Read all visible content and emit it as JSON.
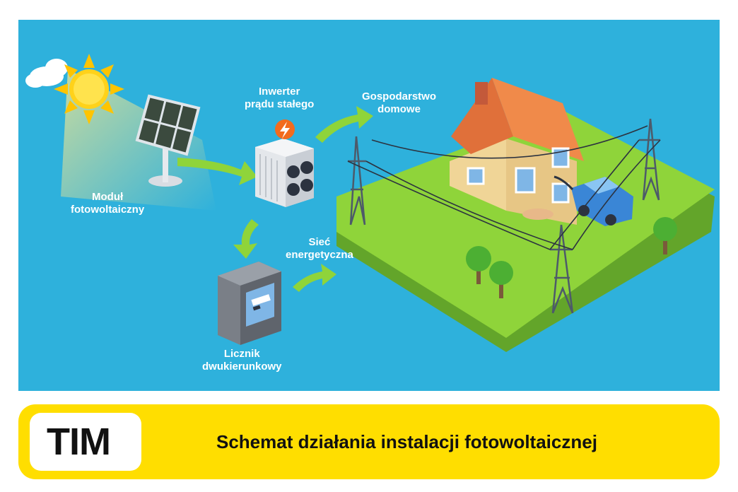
{
  "labels": {
    "module": [
      "Moduł",
      "fotowoltaiczny"
    ],
    "inverter": [
      "Inwerter",
      "prądu stałego"
    ],
    "household": [
      "Gospodarstwo",
      "domowe"
    ],
    "grid": [
      "Sieć",
      "energetyczna"
    ],
    "meter": [
      "Licznik",
      "dwukierunkowy"
    ]
  },
  "footer": {
    "logo": "TIM",
    "title": "Schemat działania instalacji fotowoltaicznej"
  },
  "colors": {
    "sky": "#2eb1dc",
    "grass": "#8fd43a",
    "arrow": "#8fd43a",
    "banner": "#ffde00",
    "roof": "#e0703a",
    "sun": "#ffd21a"
  },
  "icons": [
    "cloud-icon",
    "sun-icon",
    "solar-panel-icon",
    "inverter-icon",
    "lightning-icon",
    "meter-icon",
    "house-icon",
    "car-icon",
    "pylon-icon",
    "tree-icon"
  ]
}
